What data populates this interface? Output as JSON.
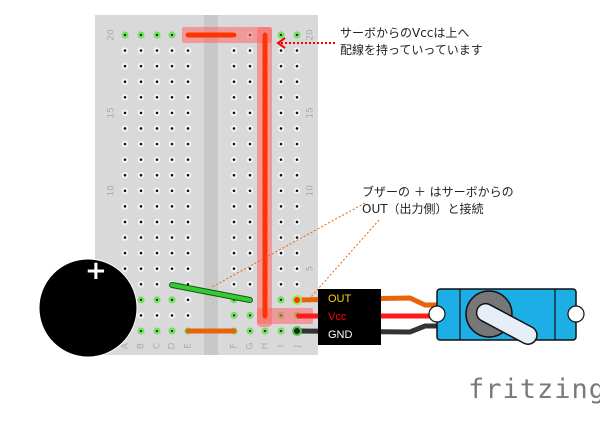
{
  "breadboard": {
    "row_numbers": [
      "20",
      "15",
      "10",
      "5"
    ],
    "column_letters_left": [
      "A",
      "B",
      "C",
      "D",
      "E"
    ],
    "column_letters_right": [
      "F",
      "G",
      "H",
      "I",
      "J"
    ]
  },
  "buzzer": {
    "polarity_label": "+"
  },
  "servo_label": {
    "pins": [
      "OUT",
      "Vcc",
      "GND"
    ]
  },
  "annotations": {
    "vcc_note": [
      "サーボからのVccは上へ",
      "配線を持っていっています"
    ],
    "buzzer_note": [
      "ブザーの ＋ はサーボからの",
      "OUT（出力側）と接続"
    ]
  },
  "logo": "fritzing",
  "colors": {
    "board": "#d9d9d9",
    "wire_red": "#ff3300",
    "wire_orange": "#e8640a",
    "wire_green": "#22bb22",
    "servo_blue": "#1eaee6",
    "out": "#ffd400",
    "vcc": "#ff0000",
    "gnd": "#ffffff"
  }
}
